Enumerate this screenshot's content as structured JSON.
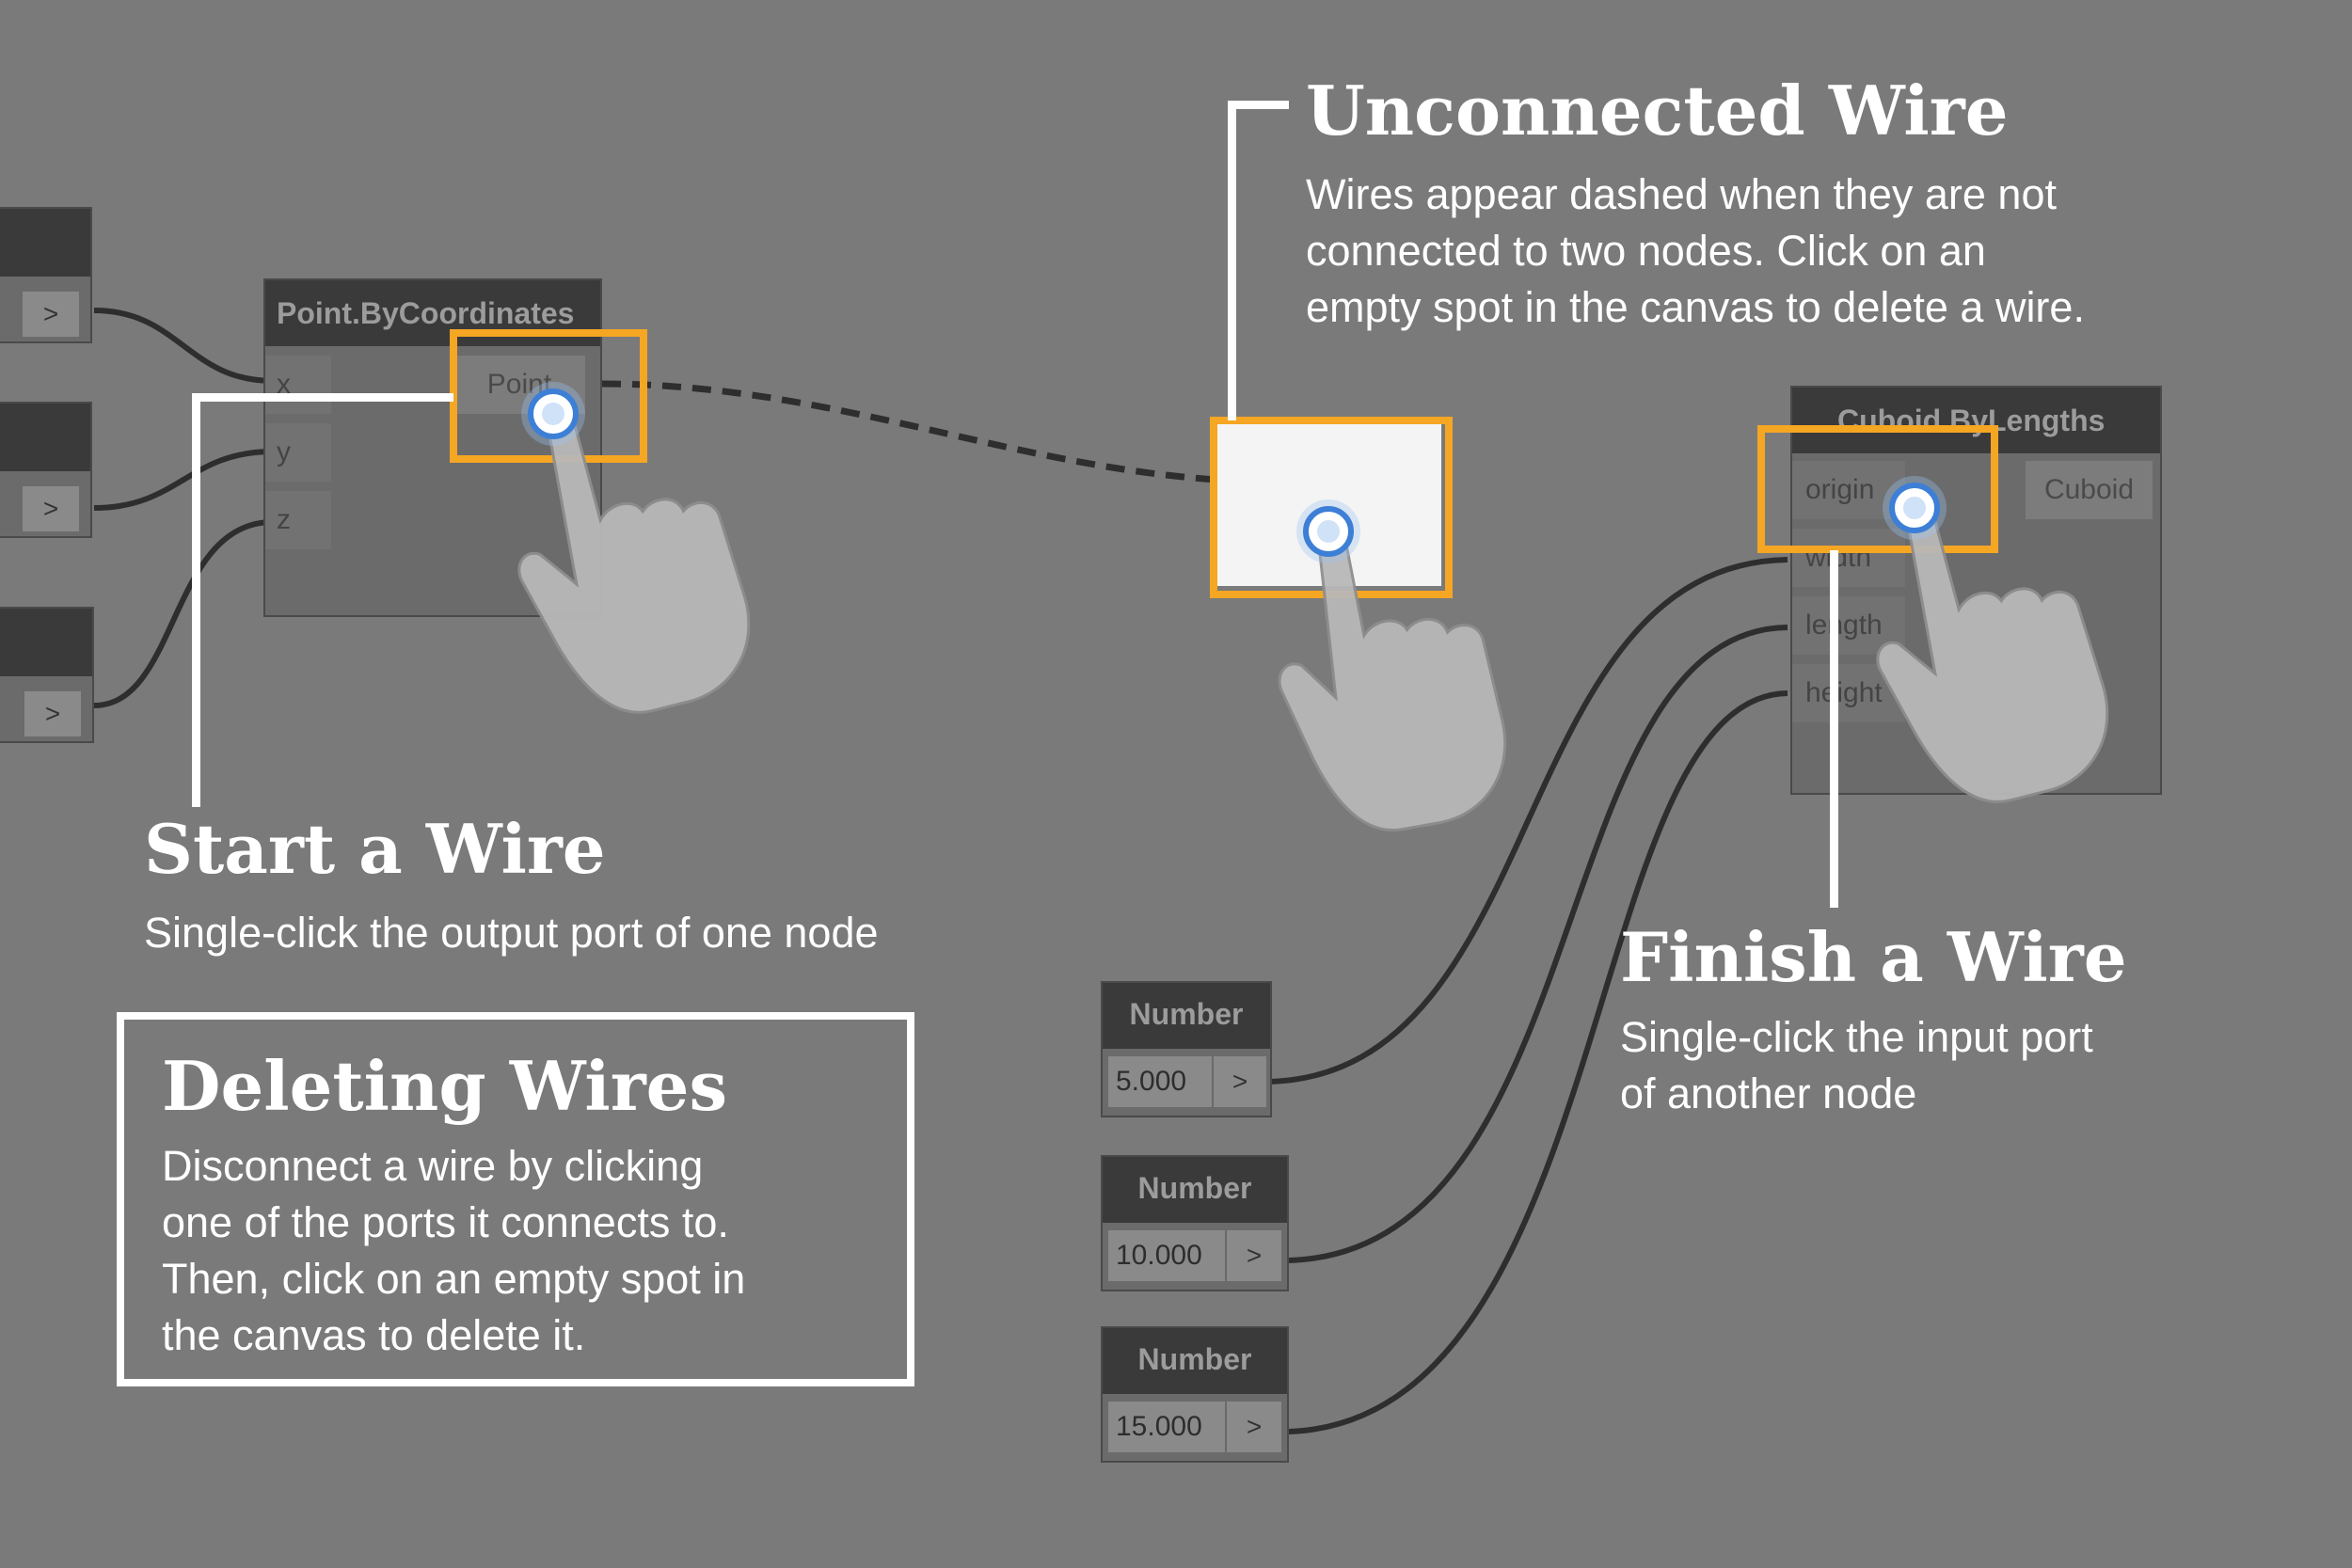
{
  "nodes": {
    "point": {
      "title": "Point.ByCoordinates",
      "inputs": [
        "x",
        "y",
        "z"
      ],
      "output": "Point"
    },
    "cuboid": {
      "title": "Cuboid.ByLengths",
      "inputs": [
        "origin",
        "width",
        "length",
        "height"
      ],
      "output": "Cuboid"
    },
    "left_inputs": [
      {
        "arrow": ">"
      },
      {
        "arrow": ">"
      },
      {
        "arrow": ">"
      }
    ],
    "numbers": [
      {
        "title": "Number",
        "value": "5.000",
        "arrow": ">"
      },
      {
        "title": "Number",
        "value": "10.000",
        "arrow": ">"
      },
      {
        "title": "Number",
        "value": "15.000",
        "arrow": ">"
      }
    ]
  },
  "annotations": {
    "start": {
      "heading": "Start a Wire",
      "text": "Single-click the output port of one node"
    },
    "unconnected": {
      "heading": "Unconnected Wire",
      "lines": [
        "Wires appear dashed when they are not",
        "connected to two nodes. Click on an",
        "empty spot in the canvas to delete a wire."
      ]
    },
    "finish": {
      "heading": "Finish a Wire",
      "lines": [
        "Single-click the input port",
        "of another node"
      ]
    },
    "deleting": {
      "heading": "Deleting Wires",
      "lines": [
        "Disconnect a wire by clicking",
        "one of the ports it connects to.",
        "Then, click on an empty spot in",
        "the canvas to delete it."
      ]
    }
  },
  "icons": [
    "hand-pointer-icon",
    "click-ripple-icon"
  ],
  "colors": {
    "canvas": "#7a7a7a",
    "highlight": "#f5a623",
    "wire": "#2e2e2e",
    "node_title": "#3a3a3a"
  }
}
